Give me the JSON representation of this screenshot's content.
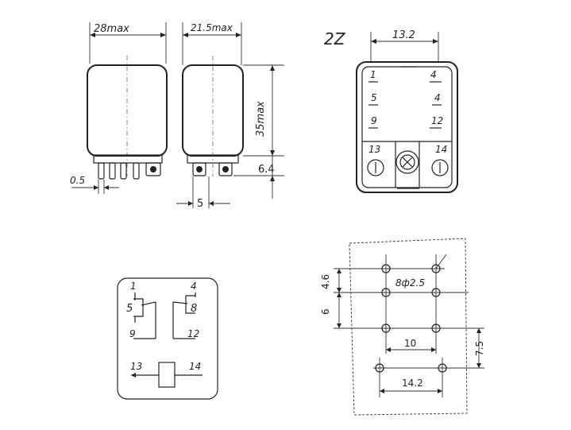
{
  "side_view": {
    "width_label": "28max",
    "pin_width_label": "0.5"
  },
  "end_view": {
    "width_label": "21.5max",
    "height_label": "35max",
    "pin_length_label": "6.4",
    "pin_spacing_label": "5"
  },
  "top_view": {
    "model_label": "2Z",
    "top_width_label": "13.2",
    "pins": [
      "1",
      "4",
      "5",
      "4",
      "9",
      "12",
      "13",
      "14"
    ]
  },
  "schematic": {
    "pins": [
      "1",
      "4",
      "5",
      "8",
      "9",
      "12",
      "13",
      "14"
    ]
  },
  "footprint": {
    "hole_label": "8ф2.5",
    "pitch_upper_label": "4.6",
    "pitch_mid_label": "6",
    "inner_span_label": "10",
    "outer_span_label": "14.2",
    "coil_pitch_label": "7.5"
  }
}
